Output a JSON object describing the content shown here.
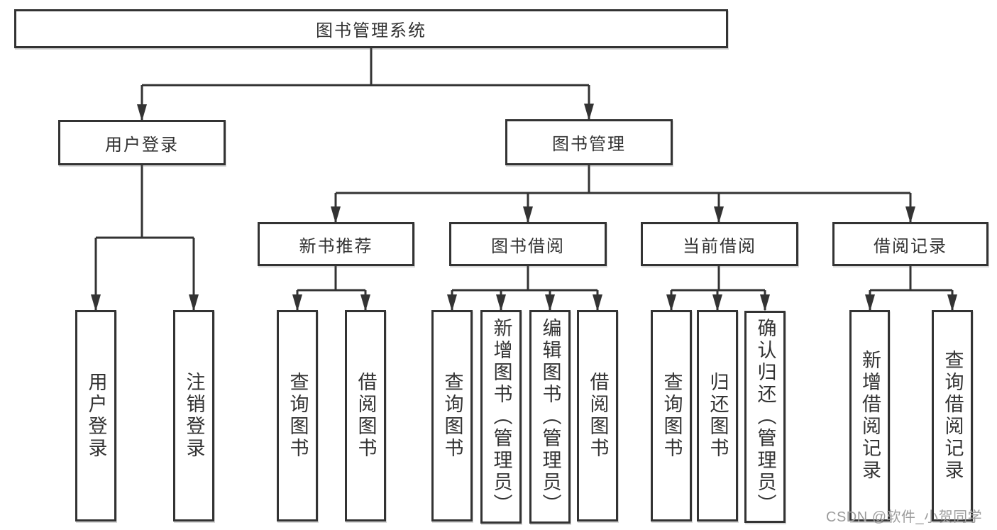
{
  "tree": {
    "root": {
      "label": "图书管理系统"
    },
    "branches": [
      {
        "label": "用户登录",
        "children": [
          {
            "label": "用户登录"
          },
          {
            "label": "注销登录"
          }
        ]
      },
      {
        "label": "图书管理",
        "children": [
          {
            "label": "新书推荐",
            "children": [
              {
                "label": "查询图书"
              },
              {
                "label": "借阅图书"
              }
            ]
          },
          {
            "label": "图书借阅",
            "children": [
              {
                "label": "查询图书"
              },
              {
                "label": "新增图书（管理员）"
              },
              {
                "label": "编辑图书（管理员）"
              },
              {
                "label": "借阅图书"
              }
            ]
          },
          {
            "label": "当前借阅",
            "children": [
              {
                "label": "查询图书"
              },
              {
                "label": "归还图书"
              },
              {
                "label": "确认归还（管理员）"
              }
            ]
          },
          {
            "label": "借阅记录",
            "children": [
              {
                "label": "新增借阅记录"
              },
              {
                "label": "查询借阅记录"
              }
            ]
          }
        ]
      }
    ]
  },
  "watermark": {
    "text": "CSDN @软件_小贺同学",
    "color": "#9c9c9c"
  },
  "colors": {
    "line": "#333333",
    "text": "#333333",
    "background": "#ffffff"
  }
}
